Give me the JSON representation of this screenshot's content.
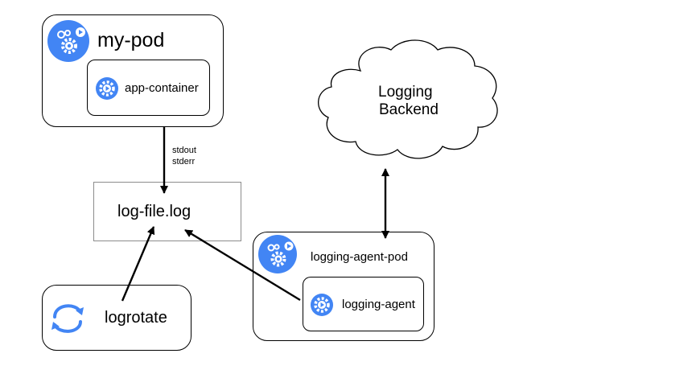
{
  "nodes": {
    "my_pod": {
      "label": "my-pod"
    },
    "app_container": {
      "label": "app-container"
    },
    "log_file": {
      "label": "log-file.log"
    },
    "logrotate": {
      "label": "logrotate"
    },
    "logging_agent_pod": {
      "label": "logging-agent-pod"
    },
    "logging_agent": {
      "label": "logging-agent"
    },
    "logging_backend": {
      "line1": "Logging",
      "line2": "Backend"
    }
  },
  "edges": {
    "stdout_label": "stdout",
    "stderr_label": "stderr"
  },
  "colors": {
    "icon_blue": "#4285f4",
    "stroke": "#000000",
    "file_border": "#8c8c8c"
  },
  "icons": [
    "kubernetes-pod-icon",
    "container-gear-icon",
    "refresh-cycle-icon",
    "cloud-shape"
  ]
}
